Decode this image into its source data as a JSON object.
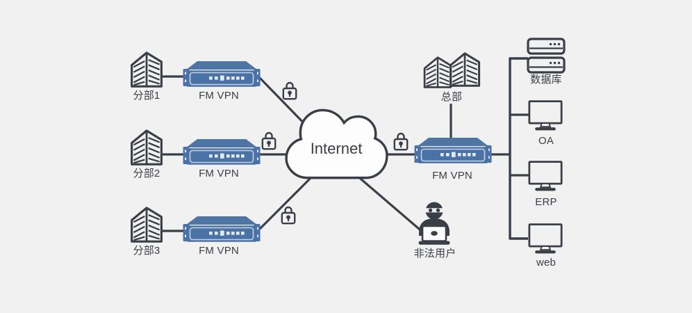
{
  "diagram_type": "vpn-network-topology",
  "colors": {
    "background": "#f1f1f2",
    "ink": "#3a3e46",
    "device_blue": "#4a72a7",
    "device_blue_top": "#4f75a4",
    "device_panel_border": "#c7d3e2",
    "device_port": "#e3ebf4",
    "cloud_fill": "#fdfdfd"
  },
  "internet_cloud": {
    "label": "Internet"
  },
  "branches": [
    {
      "name": "分部1",
      "device": "FM VPN"
    },
    {
      "name": "分部2",
      "device": "FM VPN"
    },
    {
      "name": "分部3",
      "device": "FM VPN"
    }
  ],
  "headquarters": {
    "name": "总部",
    "device": "FM VPN"
  },
  "intranet_servers": [
    {
      "label": "数据库"
    },
    {
      "label": "OA"
    },
    {
      "label": "ERP"
    },
    {
      "label": "web"
    }
  ],
  "attacker": {
    "label": "非法用户"
  },
  "secure_links_count": 4
}
